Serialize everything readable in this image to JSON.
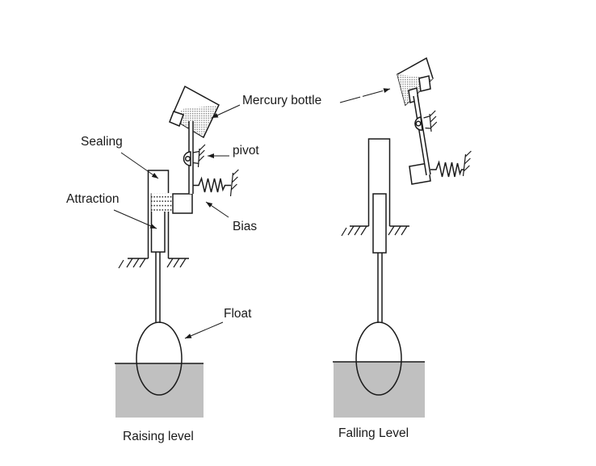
{
  "diagram": {
    "type": "technical-illustration",
    "subject": "mercury-bottle float level switch",
    "callouts": {
      "sealing": "Sealing",
      "attraction": "Attraction",
      "mercury_bottle": "Mercury bottle",
      "pivot": "pivot",
      "bias": "Bias",
      "float": "Float"
    },
    "captions": {
      "left": "Raising level",
      "right": "Falling Level"
    },
    "colors": {
      "line": "#1a1a1a",
      "water": "#c0c0c0",
      "mercury_fill": "#8a8a8a",
      "background": "#ffffff"
    }
  }
}
